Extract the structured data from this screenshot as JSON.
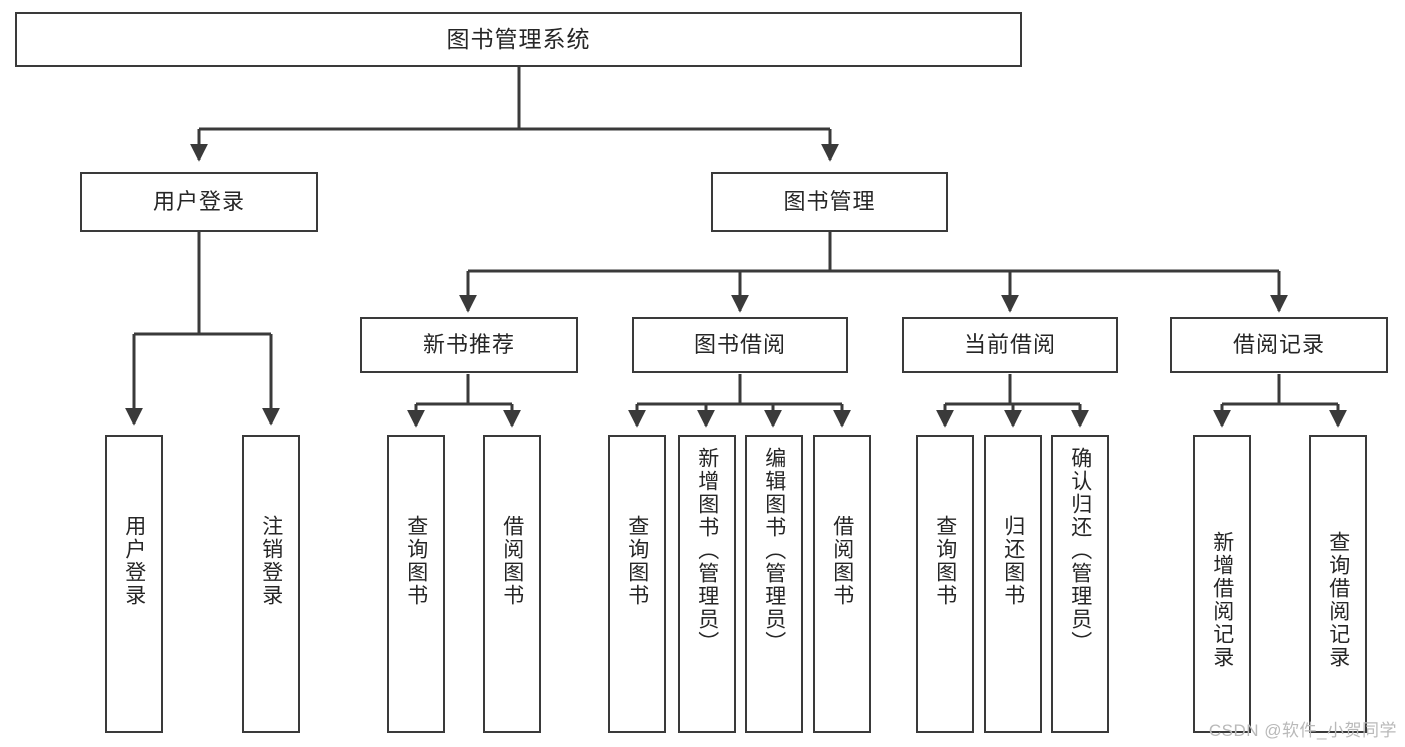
{
  "diagram": {
    "type": "tree",
    "title": "图书管理系统",
    "root": {
      "label": "图书管理系统"
    },
    "level2": [
      {
        "label": "用户登录"
      },
      {
        "label": "图书管理"
      }
    ],
    "level3": [
      {
        "label": "新书推荐"
      },
      {
        "label": "图书借阅"
      },
      {
        "label": "当前借阅"
      },
      {
        "label": "借阅记录"
      }
    ],
    "leaves": {
      "user_login": [
        {
          "label": "用户登录"
        },
        {
          "label": "注销登录"
        }
      ],
      "new_book": [
        {
          "label": "查询图书"
        },
        {
          "label": "借阅图书"
        }
      ],
      "borrow_book": [
        {
          "label": "查询图书"
        },
        {
          "label": "新增图书（管理员）"
        },
        {
          "label": "编辑图书（管理员）"
        },
        {
          "label": "借阅图书"
        }
      ],
      "current_borrow": [
        {
          "label": "查询图书"
        },
        {
          "label": "归还图书"
        },
        {
          "label": "确认归还（管理员）"
        }
      ],
      "borrow_record": [
        {
          "label": "新增借阅记录"
        },
        {
          "label": "查询借阅记录"
        }
      ]
    }
  },
  "watermark": {
    "text": "CSDN @软件_小贺同学"
  },
  "colors": {
    "stroke": "#3a3a3a",
    "text": "#262626",
    "background": "#ffffff",
    "watermark": "#b9b9b9"
  }
}
